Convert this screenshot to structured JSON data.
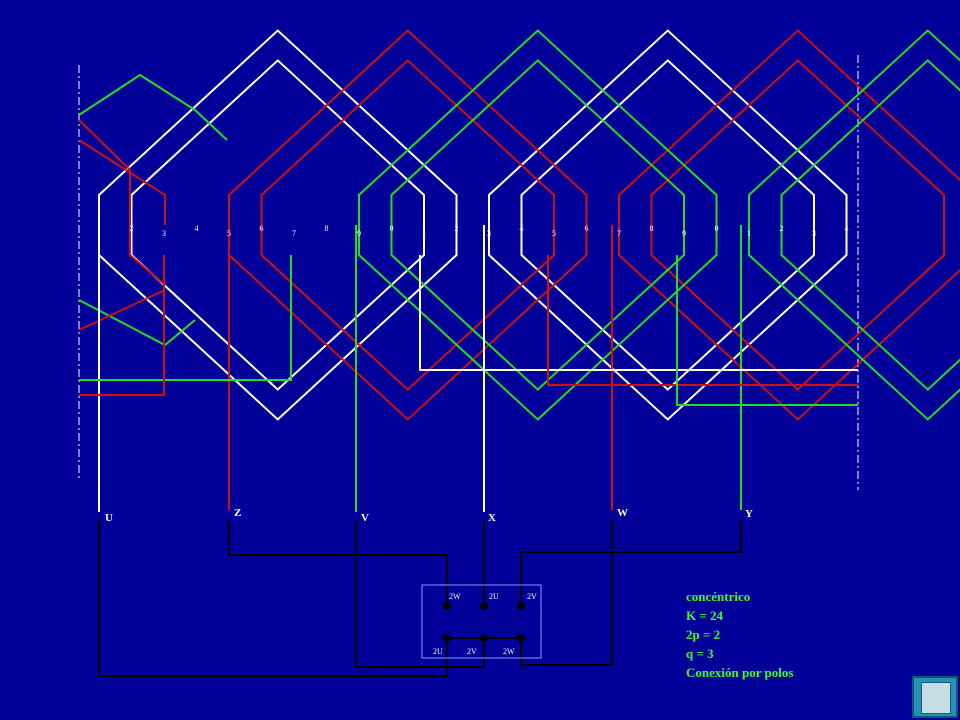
{
  "slot_numbers": [
    "1",
    "2",
    "3",
    "4",
    "5",
    "6",
    "7",
    "8",
    "9",
    "0",
    "1",
    "2",
    "3",
    "4",
    "5",
    "6",
    "7",
    "8",
    "9",
    "0",
    "1",
    "2",
    "3",
    "4"
  ],
  "terminals": {
    "U": "U",
    "Z": "Z",
    "V": "V",
    "X": "X",
    "W": "W",
    "Y": "Y"
  },
  "terminal_box": {
    "top": [
      "2W",
      "2U",
      "2V"
    ],
    "bottom": [
      "2U",
      "2V",
      "2W"
    ]
  },
  "info": {
    "type": "concéntrico",
    "k": "K = 24",
    "poles": "2p = 2",
    "q": "q = 3",
    "connection": "Conexión por polos"
  },
  "colors": {
    "background": "#000099",
    "phase_white": "#ffffff",
    "phase_red": "#cc1111",
    "phase_green": "#22dd22",
    "wire_black": "#000000",
    "info_text": "#33ff33"
  },
  "nav": {
    "icon": "return-icon"
  }
}
